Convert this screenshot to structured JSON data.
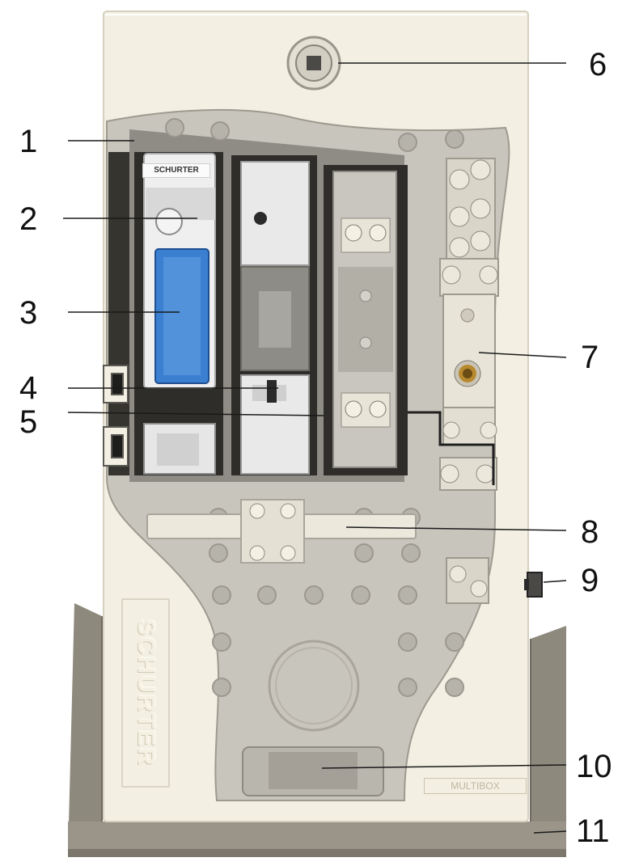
{
  "callouts": [
    {
      "label": "1"
    },
    {
      "label": "2"
    },
    {
      "label": "3"
    },
    {
      "label": "4"
    },
    {
      "label": "5"
    },
    {
      "label": "6"
    },
    {
      "label": "7"
    },
    {
      "label": "8"
    },
    {
      "label": "9"
    },
    {
      "label": "10"
    },
    {
      "label": "11"
    }
  ],
  "branding": {
    "vertical_logo": "SCHURTER",
    "fuse_holder_logo": "SCHURTER",
    "product_mark": "MULTIBOX"
  },
  "colors": {
    "housing": "#f3efe2",
    "interior": "#c9c6be",
    "base_frame": "#8c877c",
    "fuse_blue": "#3a7fd0",
    "brass_terminal": "#b8892e"
  }
}
